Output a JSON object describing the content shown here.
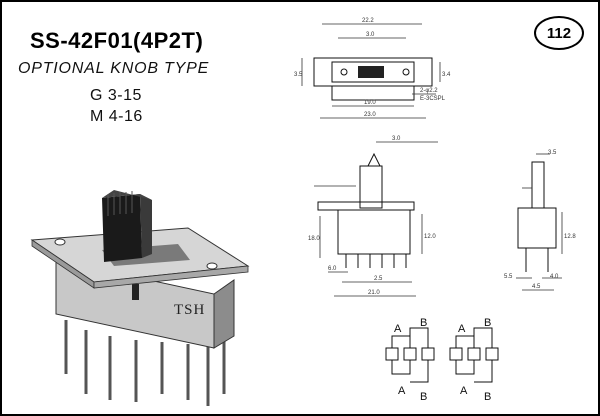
{
  "header": {
    "model": "SS-42F01(4P2T)",
    "subtitle": "OPTIONAL KNOB TYPE",
    "options": [
      "G 3-15",
      "M 4-16"
    ],
    "page_number": "112"
  },
  "product": {
    "brand_marking": "TSH"
  },
  "dimensions": {
    "top_view": [
      "22.2",
      "3.0",
      "3.5",
      "3.4",
      "19.0",
      "23.0",
      "2-φ2.2",
      "E-3CSPL"
    ],
    "front_view": [
      "3.0",
      "18.0",
      "12.0",
      "6.0",
      "2.5",
      "21.0"
    ],
    "side_view": [
      "3.5",
      "12.8",
      "5.5",
      "4.0",
      "4.5"
    ]
  },
  "schematic": {
    "labels": [
      "A",
      "B",
      "A",
      "B",
      "A",
      "B",
      "A",
      "B"
    ]
  },
  "colors": {
    "background": "#ffffff",
    "ink": "#111111",
    "knob": "#1a1a1a",
    "metal": "#bdbdbd"
  }
}
